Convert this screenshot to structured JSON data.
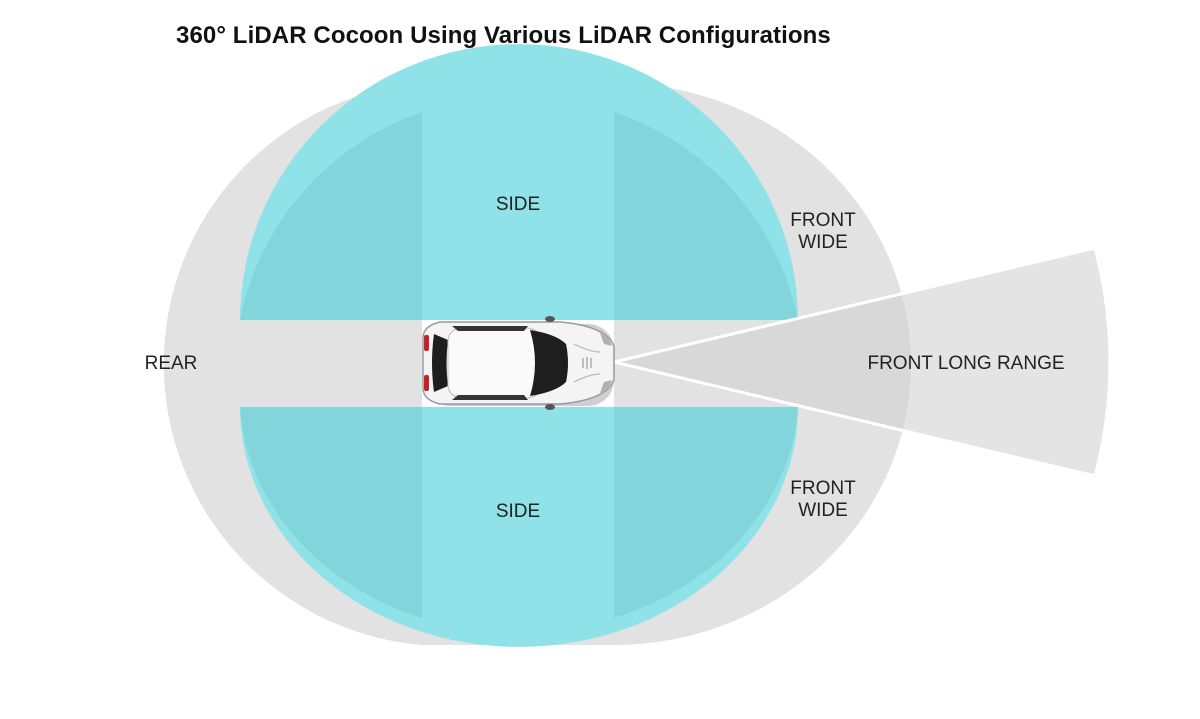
{
  "title": "360° LiDAR Cocoon Using Various LiDAR Configurations",
  "zones": {
    "side_top": {
      "label": "SIDE"
    },
    "side_bottom": {
      "label": "SIDE"
    },
    "front_wide_top": {
      "line1": "FRONT",
      "line2": "WIDE"
    },
    "front_wide_bottom": {
      "line1": "FRONT",
      "line2": "WIDE"
    },
    "rear": {
      "label": "REAR"
    },
    "front_long_range": {
      "label": "FRONT LONG RANGE"
    }
  },
  "colors": {
    "gray_zone": "#e2e2e2",
    "side_zone": "#8fe2e7",
    "overlap_zone": "#82d6db",
    "car_body": "#f4f4f4"
  }
}
